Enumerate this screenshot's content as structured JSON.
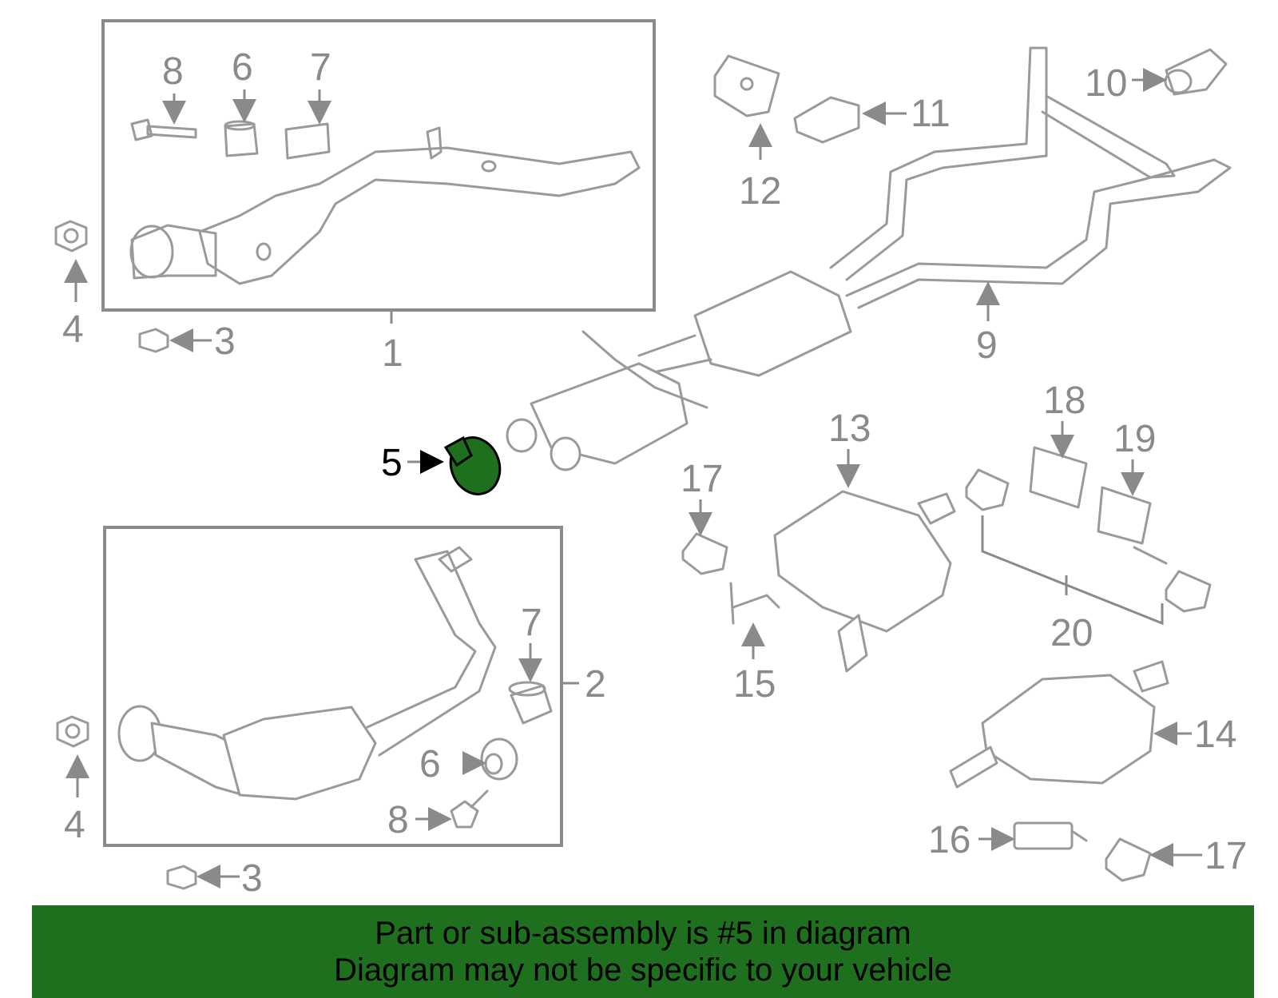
{
  "diagram": {
    "highlight_color": "#1e6f1e",
    "banner_color": "#1e6f1e",
    "highlighted_part": "5",
    "callouts": [
      {
        "id": "c8a",
        "label": "8"
      },
      {
        "id": "c6a",
        "label": "6"
      },
      {
        "id": "c7a",
        "label": "7"
      },
      {
        "id": "c4a",
        "label": "4"
      },
      {
        "id": "c3a",
        "label": "3"
      },
      {
        "id": "c1",
        "label": "1"
      },
      {
        "id": "c12",
        "label": "12"
      },
      {
        "id": "c11",
        "label": "11"
      },
      {
        "id": "c10",
        "label": "10"
      },
      {
        "id": "c9",
        "label": "9"
      },
      {
        "id": "c5",
        "label": "5"
      },
      {
        "id": "c13",
        "label": "13"
      },
      {
        "id": "c18",
        "label": "18"
      },
      {
        "id": "c19",
        "label": "19"
      },
      {
        "id": "c17a",
        "label": "17"
      },
      {
        "id": "c7b",
        "label": "7"
      },
      {
        "id": "c2",
        "label": "2"
      },
      {
        "id": "c6b",
        "label": "6"
      },
      {
        "id": "c8b",
        "label": "8"
      },
      {
        "id": "c4b",
        "label": "4"
      },
      {
        "id": "c3b",
        "label": "3"
      },
      {
        "id": "c15",
        "label": "15"
      },
      {
        "id": "c20",
        "label": "20"
      },
      {
        "id": "c14",
        "label": "14"
      },
      {
        "id": "c16",
        "label": "16"
      },
      {
        "id": "c17b",
        "label": "17"
      }
    ]
  },
  "banner": {
    "line1": "Part or sub-assembly is #5 in diagram",
    "line2": "Diagram may not be specific to your vehicle"
  }
}
